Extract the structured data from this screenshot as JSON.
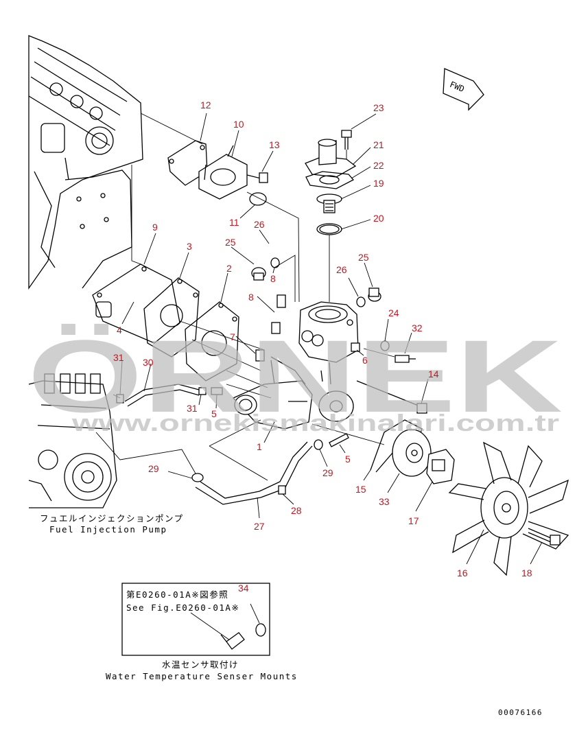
{
  "parts": [
    {
      "id": "1",
      "label": "1"
    },
    {
      "id": "2",
      "label": "2"
    },
    {
      "id": "3",
      "label": "3"
    },
    {
      "id": "4",
      "label": "4"
    },
    {
      "id": "5a",
      "label": "5"
    },
    {
      "id": "5b",
      "label": "5"
    },
    {
      "id": "6",
      "label": "6"
    },
    {
      "id": "7",
      "label": "7"
    },
    {
      "id": "8a",
      "label": "8"
    },
    {
      "id": "8b",
      "label": "8"
    },
    {
      "id": "9",
      "label": "9"
    },
    {
      "id": "10",
      "label": "10"
    },
    {
      "id": "11",
      "label": "11"
    },
    {
      "id": "12",
      "label": "12"
    },
    {
      "id": "13",
      "label": "13"
    },
    {
      "id": "14",
      "label": "14"
    },
    {
      "id": "15",
      "label": "15"
    },
    {
      "id": "16",
      "label": "16"
    },
    {
      "id": "17",
      "label": "17"
    },
    {
      "id": "18",
      "label": "18"
    },
    {
      "id": "19",
      "label": "19"
    },
    {
      "id": "20",
      "label": "20"
    },
    {
      "id": "21",
      "label": "21"
    },
    {
      "id": "22",
      "label": "22"
    },
    {
      "id": "23",
      "label": "23"
    },
    {
      "id": "24",
      "label": "24"
    },
    {
      "id": "25a",
      "label": "25"
    },
    {
      "id": "25b",
      "label": "25"
    },
    {
      "id": "26a",
      "label": "26"
    },
    {
      "id": "26b",
      "label": "26"
    },
    {
      "id": "27",
      "label": "27"
    },
    {
      "id": "28",
      "label": "28"
    },
    {
      "id": "29a",
      "label": "29"
    },
    {
      "id": "29b",
      "label": "29"
    },
    {
      "id": "30",
      "label": "30"
    },
    {
      "id": "31a",
      "label": "31"
    },
    {
      "id": "31b",
      "label": "31"
    },
    {
      "id": "32",
      "label": "32"
    },
    {
      "id": "33",
      "label": "33"
    },
    {
      "id": "34",
      "label": "34"
    }
  ],
  "captions": {
    "fuel_pump_jp": "フュエルインジェクションポンプ",
    "fuel_pump_en": "Fuel Injection Pump",
    "inset_ref_jp": "第E0260-01A※図参照",
    "inset_ref_en": "See Fig.E0260-01A※",
    "sensor_jp": "水温センサ取付け",
    "sensor_en": "Water Temperature Senser Mounts"
  },
  "fwd_label": "FWD",
  "watermark": {
    "brand": "ÖRNEK",
    "url": "www.ornekismakinalari.com.tr"
  },
  "drawing_number": "00076166"
}
